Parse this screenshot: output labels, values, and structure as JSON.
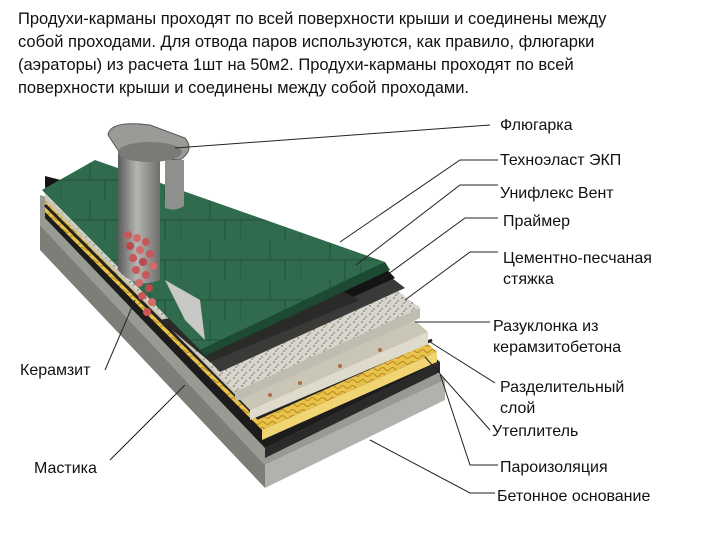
{
  "intro": {
    "lines": [
      "Продухи-карманы проходят по всей поверхности крыши и соединены между",
      "собой проходами. Для отвода паров используются, как правило, флюгарки",
      "(аэраторы) из расчета 1шт на 50м2. Продухи-карманы проходят по всей",
      "поверхности крыши и соединены между собой проходами."
    ]
  },
  "labels": {
    "flyugarka": "Флюгарка",
    "technoelast": "Техноэласт ЭКП",
    "uniflex": "Унифлекс Вент",
    "primer": "Праймер",
    "screed_1": "Цементно-песчаная",
    "screed_2": "стяжка",
    "slope_1": "Разуклонка из",
    "slope_2": "керамзитобетона",
    "separating_1": "Разделительный",
    "separating_2": "слой",
    "insulation": "Утеплитель",
    "vapor": "Пароизоляция",
    "concrete": "Бетонное основание",
    "keramzit": "Керамзит",
    "mastika": "Мастика"
  },
  "colors": {
    "roof_green": "#2f6b4c",
    "concrete_grey": "#9a9a94",
    "insulation_yellow": "#e8c24a",
    "vapor_black": "#1c1c1c",
    "keramzit_red": "#c9575a",
    "pipe_grey": "#8a8a88"
  }
}
